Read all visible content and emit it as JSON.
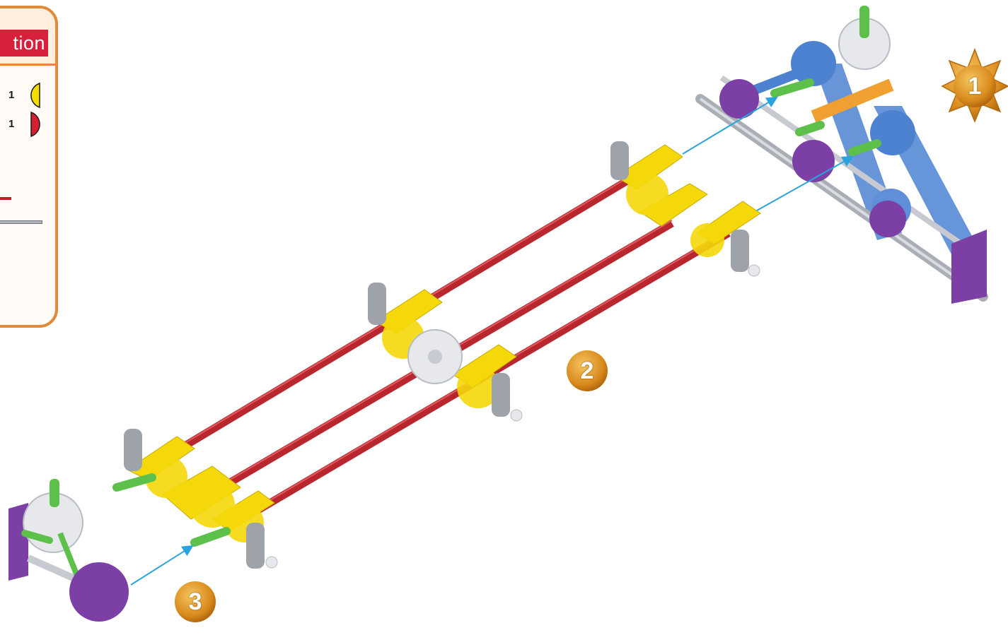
{
  "parts_panel": {
    "title": "tion",
    "items": [
      {
        "quantity": "1",
        "color": "#f5dd00",
        "icon": "yellow-half-circle-icon"
      },
      {
        "quantity": "1",
        "color": "#d4202e",
        "icon": "red-half-circle-icon"
      }
    ]
  },
  "steps": [
    {
      "number": "1",
      "style": "sunburst"
    },
    {
      "number": "2",
      "style": "circle"
    },
    {
      "number": "3",
      "style": "circle"
    }
  ],
  "colors": {
    "rod_red": "#b8272d",
    "connector_yellow": "#f4d80a",
    "connector_purple": "#7b3fa6",
    "connector_blue": "#4c82d0",
    "connector_white": "#e6e8ec",
    "connector_green": "#5cc04a",
    "rod_gray": "#a9aeb6",
    "rod_blue": "#5e8fd8",
    "connector_orange": "#f0a030",
    "arrow_blue": "#2aa3de",
    "badge_gold": "#e39a22"
  }
}
